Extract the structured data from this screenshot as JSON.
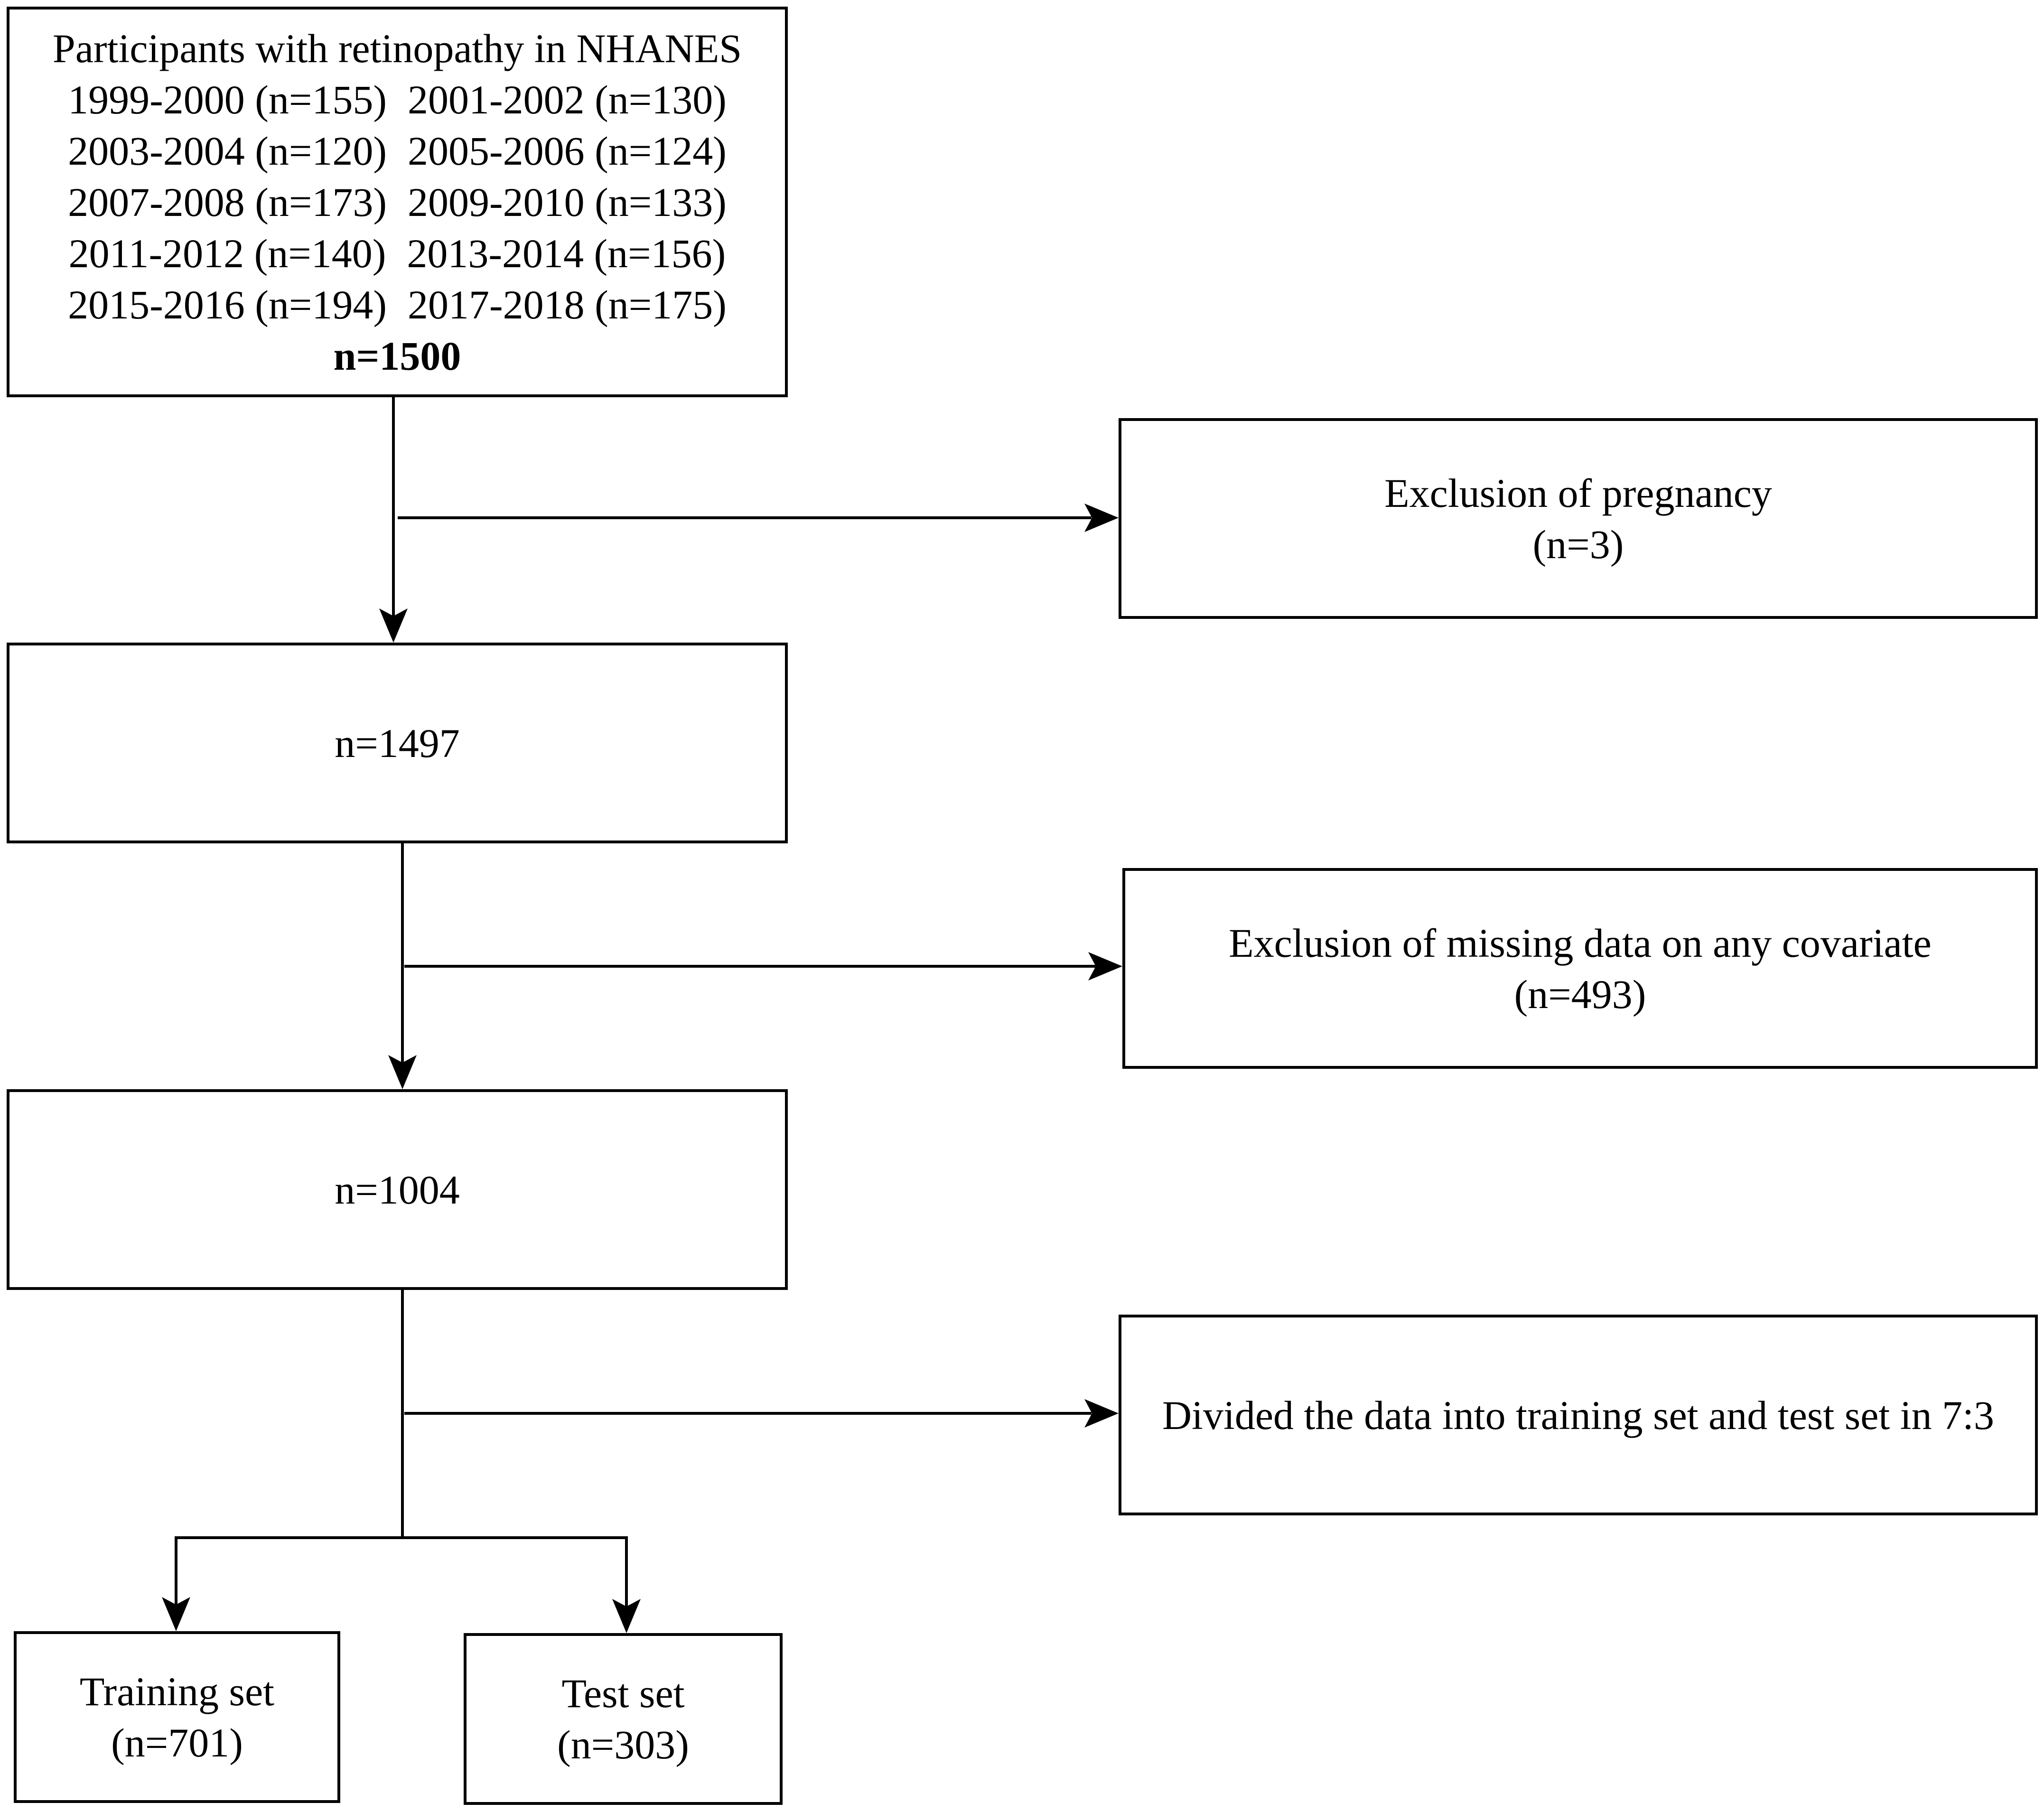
{
  "source": {
    "title": "Participants with retinopathy in NHANES",
    "rows": [
      [
        "1999-2000 (n=155)",
        "2001-2002 (n=130)"
      ],
      [
        "2003-2004 (n=120)",
        "2005-2006 (n=124)"
      ],
      [
        "2007-2008 (n=173)",
        "2009-2010 (n=133)"
      ],
      [
        "2011-2012 (n=140)",
        "2013-2014 (n=156)"
      ],
      [
        "2015-2016 (n=194)",
        "2017-2018 (n=175)"
      ]
    ],
    "total": "n=1500"
  },
  "exclusion_pregnancy": {
    "label": "Exclusion of pregnancy",
    "count": "(n=3)"
  },
  "after_pregnancy": {
    "count": "n=1497"
  },
  "exclusion_missing": {
    "label": "Exclusion of missing data on any covariate",
    "count": "(n=493)"
  },
  "after_missing": {
    "count": "n=1004"
  },
  "split": {
    "label": "Divided the data into training set and test set in 7:3"
  },
  "training": {
    "label": "Training set",
    "count": "(n=701)"
  },
  "test": {
    "label": "Test set",
    "count": "(n=303)"
  }
}
